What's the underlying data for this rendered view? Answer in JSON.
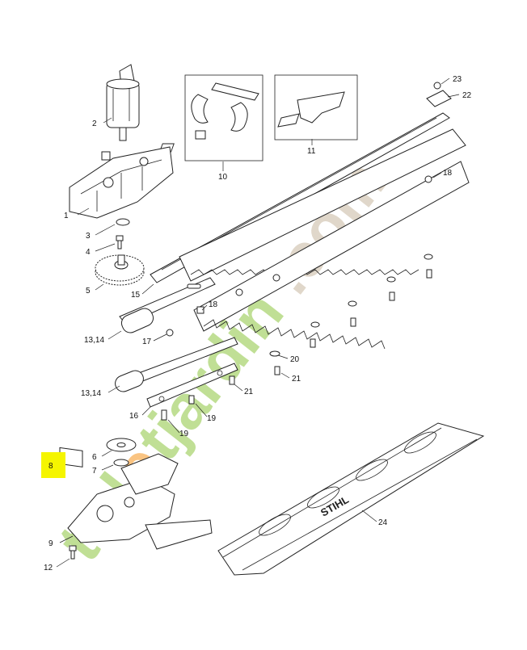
{
  "diagram": {
    "callouts": [
      {
        "id": "c1",
        "text": "1"
      },
      {
        "id": "c2",
        "text": "2"
      },
      {
        "id": "c3",
        "text": "3"
      },
      {
        "id": "c4",
        "text": "4"
      },
      {
        "id": "c5",
        "text": "5"
      },
      {
        "id": "c6",
        "text": "6"
      },
      {
        "id": "c7",
        "text": "7"
      },
      {
        "id": "c8",
        "text": "8"
      },
      {
        "id": "c9",
        "text": "9"
      },
      {
        "id": "c10",
        "text": "10"
      },
      {
        "id": "c11",
        "text": "11"
      },
      {
        "id": "c12",
        "text": "12"
      },
      {
        "id": "c13a",
        "text": "13,14"
      },
      {
        "id": "c13b",
        "text": "13,14"
      },
      {
        "id": "c15",
        "text": "15"
      },
      {
        "id": "c16",
        "text": "16"
      },
      {
        "id": "c17",
        "text": "17"
      },
      {
        "id": "c18a",
        "text": "18"
      },
      {
        "id": "c18b",
        "text": "18"
      },
      {
        "id": "c19a",
        "text": "19"
      },
      {
        "id": "c19b",
        "text": "19"
      },
      {
        "id": "c20",
        "text": "20"
      },
      {
        "id": "c21a",
        "text": "21"
      },
      {
        "id": "c21b",
        "text": "21"
      },
      {
        "id": "c22",
        "text": "22"
      },
      {
        "id": "c23",
        "text": "23"
      },
      {
        "id": "c24",
        "text": "24"
      }
    ],
    "highlighted_callout": "8",
    "highlight_color": "#f5f500",
    "brand_text": "STIHL",
    "watermark": {
      "text": "toletjardin.com",
      "colors": [
        "#8dc63f",
        "#f7941d",
        "#c8b8a0"
      ]
    }
  }
}
